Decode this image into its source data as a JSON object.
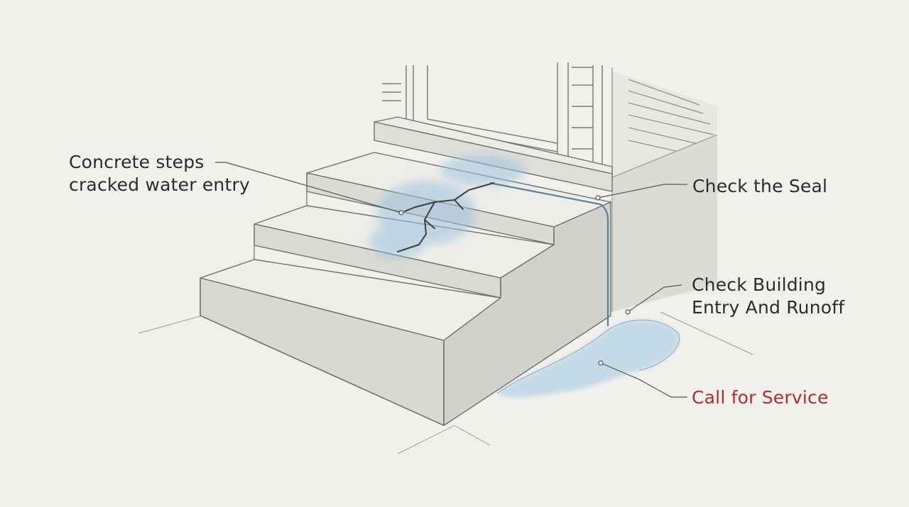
{
  "labels": {
    "concrete_steps": {
      "line1": "Concrete steps",
      "line2": "cracked water entry"
    },
    "check_seal": "Check the Seal",
    "check_building": {
      "line1": "Check Building",
      "line2": "Entry And Runoff"
    },
    "call_service": "Call for Service"
  },
  "colors": {
    "background": "#f1f0ec",
    "ink": "#2b2b2b",
    "water": "#9cc3dd",
    "alert": "#a8322a",
    "concrete": "#e4e3df"
  },
  "icons": [
    "door-frame-icon",
    "siding-icon",
    "crack-icon",
    "water-puddle-icon"
  ]
}
